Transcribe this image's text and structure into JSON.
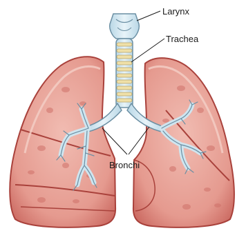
{
  "labels": {
    "larynx": "Larynx",
    "trachea": "Trachea",
    "bronchi": "Bronchi"
  },
  "colors": {
    "lung_fill": "#e59a8f",
    "lung_dark": "#b2463f",
    "lung_light": "#f2c3b9",
    "airway_fill": "#d7ecf4",
    "airway_stroke": "#6b8fa3",
    "cartilage": "#efe0a8"
  }
}
